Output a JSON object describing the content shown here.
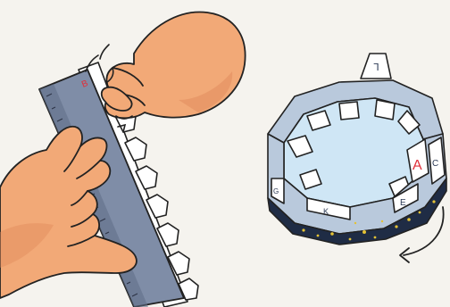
{
  "illustration": {
    "ruler_letter": "B",
    "box_letters": {
      "top_flap": "ᒣ",
      "side_a": "A",
      "side_e": "E",
      "side_c": "C",
      "side_k": "K",
      "side_g": "G"
    }
  },
  "colors": {
    "background": "#f5f3ee",
    "skin": "#f2a977",
    "skin_shadow": "#e08a5c",
    "ruler": "#7f8da7",
    "ruler_dark": "#5f6d86",
    "paper": "#ffffff",
    "box_inner": "#cfe6f5",
    "box_wall": "#b9c9dc",
    "box_band": "#1f2c45",
    "star": "#e4c234",
    "accent_red": "#e0303a"
  }
}
